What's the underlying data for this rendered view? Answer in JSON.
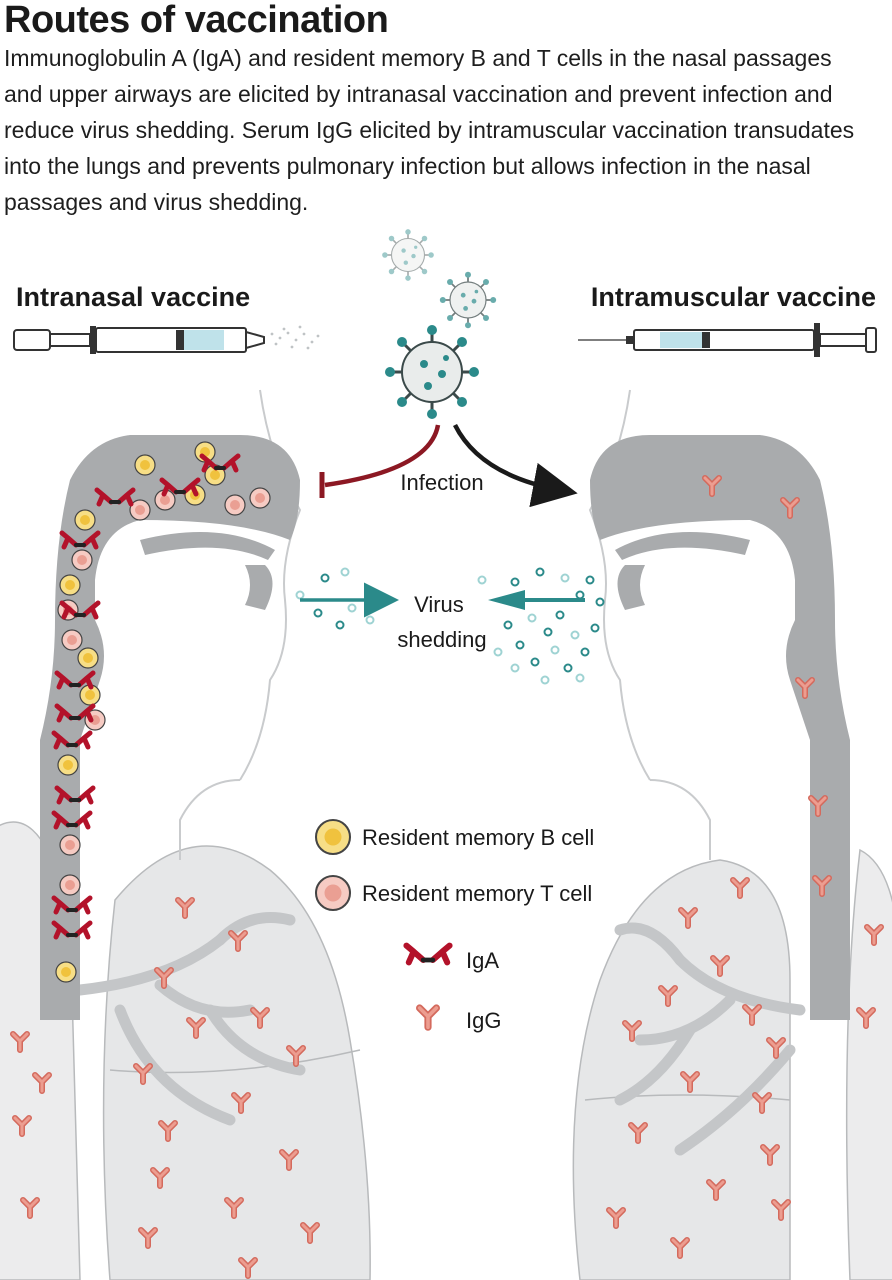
{
  "title": "Routes of vaccination",
  "caption": "Immunoglobulin A (IgA) and resident memory B and T cells in the nasal passages and upper airways are elicited by intranasal vaccination and prevent infection and reduce virus shedding. Serum IgG elicited by intramuscular vaccination transudates into the lungs and prevents pulmonary infection but allows infection in the nasal passages and virus shedding.",
  "labels": {
    "intranasal": "Intranasal vaccine",
    "intramuscular": "Intramuscular vaccine",
    "infection": "Infection",
    "virus_line1": "Virus",
    "virus_line2": "shedding"
  },
  "legend": {
    "b_cell": "Resident memory B cell",
    "t_cell": "Resident memory T cell",
    "iga": "IgA",
    "igg": "IgG"
  },
  "icons": [
    "virus-icon",
    "syringe-icon",
    "nasal-sprayer-icon",
    "iga-antibody-icon",
    "igg-antibody-icon",
    "b-cell-icon",
    "t-cell-icon"
  ],
  "colors": {
    "tissue": "#a9abad",
    "lung": "#e5e6e7",
    "bronchi": "#c3c5c7",
    "iga": "#b3122a",
    "igg": "#e08a7e",
    "b_cell": "#f4d56a",
    "t_cell": "#f1b7ad",
    "virus": "#2b8a8a",
    "inhibit": "#8c1823"
  }
}
